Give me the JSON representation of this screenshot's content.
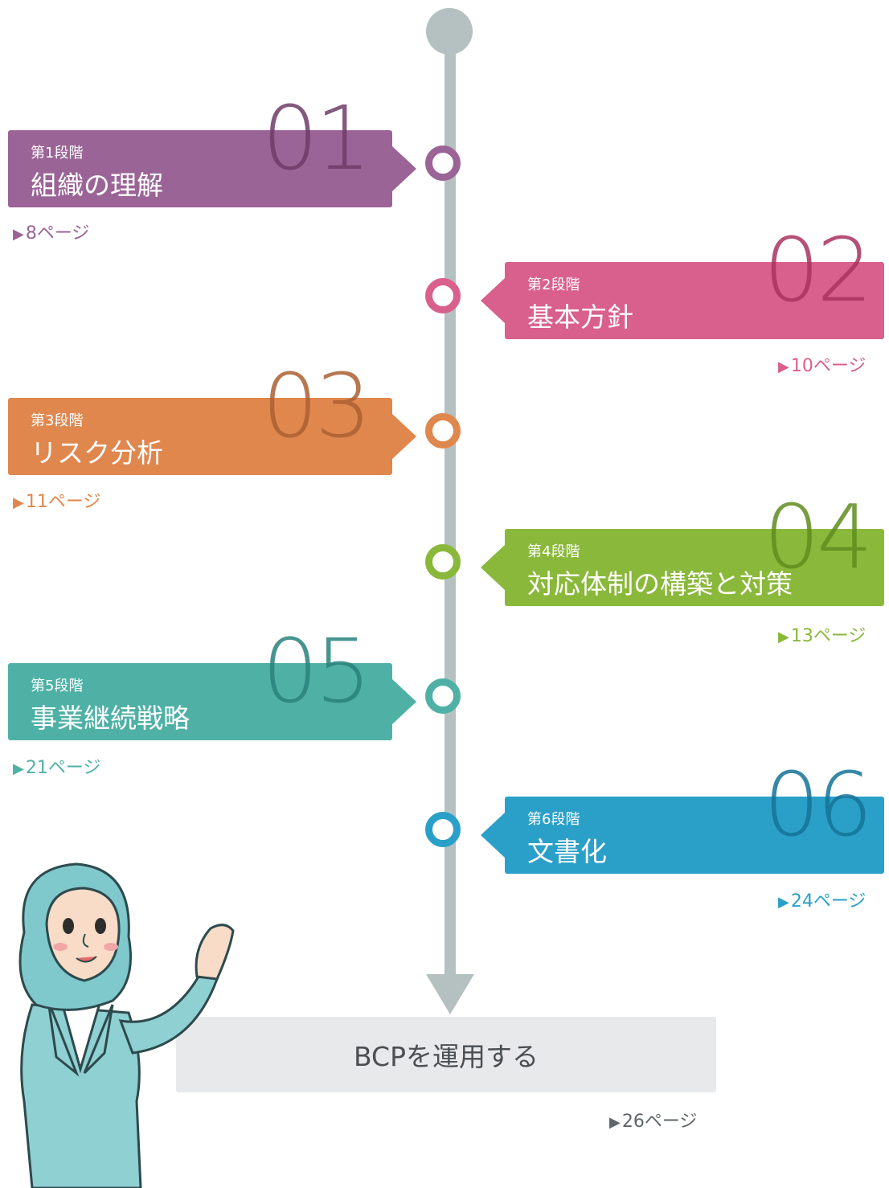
{
  "steps": [
    {
      "number": "01",
      "stage": "第1段階",
      "title": "組織の理解",
      "page": "8ページ",
      "color": "#9b6497"
    },
    {
      "number": "02",
      "stage": "第2段階",
      "title": "基本方針",
      "page": "10ページ",
      "color": "#d9608c"
    },
    {
      "number": "03",
      "stage": "第3段階",
      "title": "リスク分析",
      "page": "11ページ",
      "color": "#e0874e"
    },
    {
      "number": "04",
      "stage": "第4段階",
      "title": "対応体制の構築と対策",
      "page": "13ページ",
      "color": "#8ab83a"
    },
    {
      "number": "05",
      "stage": "第5段階",
      "title": "事業継続戦略",
      "page": "21ページ",
      "color": "#4fb1a6"
    },
    {
      "number": "06",
      "stage": "第6段階",
      "title": "文書化",
      "page": "24ページ",
      "color": "#2aa0c8"
    }
  ],
  "final": {
    "label": "BCPを運用する",
    "page": "26ページ",
    "color": "#5f6568"
  },
  "arrow_glyph": "▶"
}
